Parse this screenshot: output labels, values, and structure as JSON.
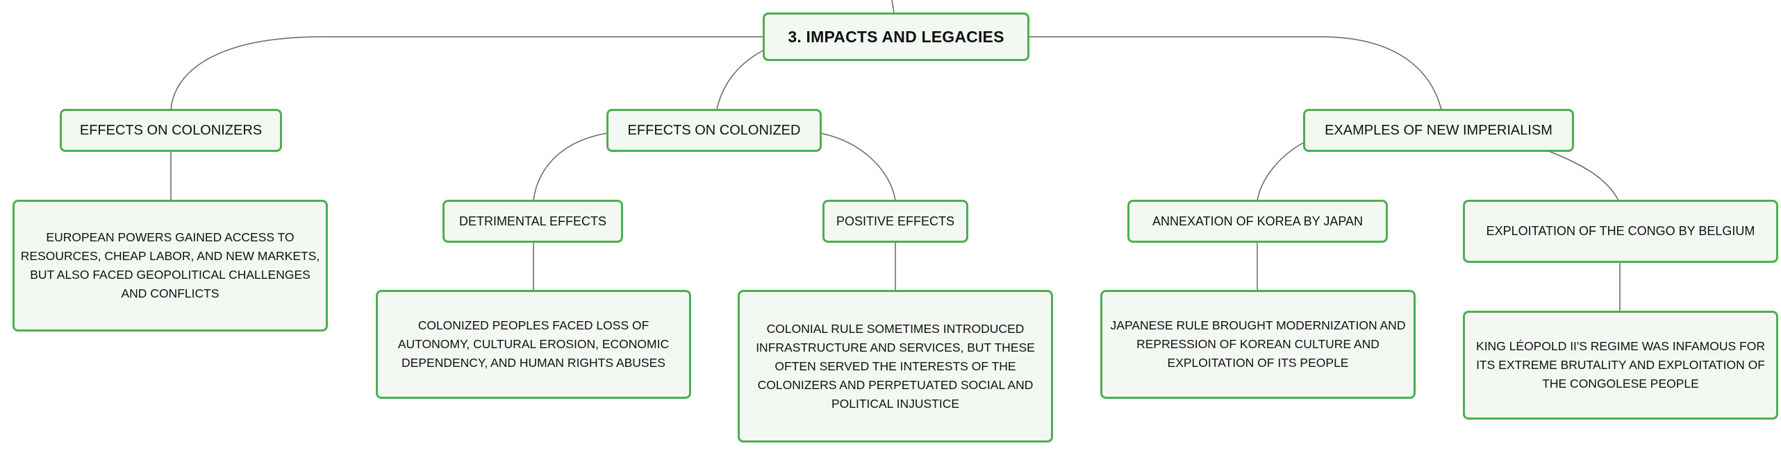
{
  "root": {
    "label": "3. IMPACTS AND LEGACIES"
  },
  "branches": [
    {
      "label": "EFFECTS ON COLONIZERS",
      "detail": "EUROPEAN POWERS GAINED ACCESS TO RESOURCES, CHEAP LABOR, AND NEW MARKETS, BUT ALSO FACED GEOPOLITICAL CHALLENGES AND CONFLICTS"
    },
    {
      "label": "EFFECTS ON COLONIZED",
      "children": [
        {
          "label": "DETRIMENTAL EFFECTS",
          "detail": "COLONIZED PEOPLES FACED LOSS OF AUTONOMY, CULTURAL EROSION, ECONOMIC DEPENDENCY, AND HUMAN RIGHTS ABUSES"
        },
        {
          "label": "POSITIVE EFFECTS",
          "detail": "COLONIAL RULE SOMETIMES INTRODUCED INFRASTRUCTURE AND SERVICES, BUT THESE OFTEN SERVED THE INTERESTS OF THE COLONIZERS AND PERPETUATED SOCIAL AND POLITICAL INJUSTICE"
        }
      ]
    },
    {
      "label": "EXAMPLES OF NEW IMPERIALISM",
      "children": [
        {
          "label": "ANNEXATION OF KOREA BY JAPAN",
          "detail": "JAPANESE RULE BROUGHT MODERNIZATION AND REPRESSION OF KOREAN CULTURE AND EXPLOITATION OF ITS PEOPLE"
        },
        {
          "label": "EXPLOITATION OF THE CONGO BY BELGIUM",
          "detail": "KING LÉOPOLD II'S REGIME WAS INFAMOUS FOR ITS EXTREME BRUTALITY AND EXPLOITATION OF THE CONGOLESE PEOPLE"
        }
      ]
    }
  ],
  "colors": {
    "node_border": "#4caf50",
    "node_fill": "#f3f8f3",
    "connector": "#666666"
  }
}
